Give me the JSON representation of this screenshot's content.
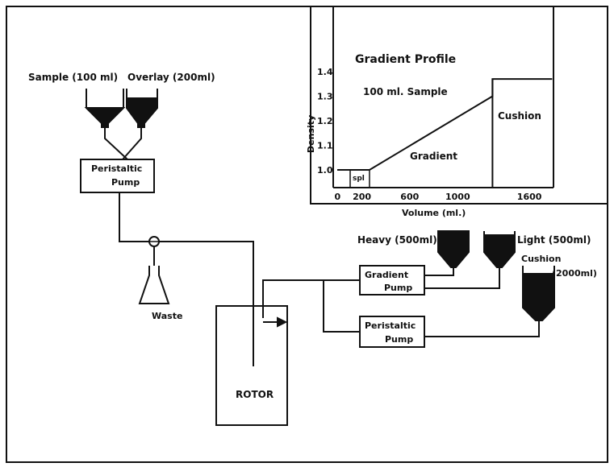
{
  "containers": {
    "sample": "Sample (100 ml)",
    "overlay": "Overlay (200ml)",
    "heavy": "Heavy (500ml)",
    "light": "Light (500ml)",
    "cushion_l1": "Cushion",
    "cushion_l2": "(2000ml)"
  },
  "pumps": {
    "peri1_l1": "Peristaltic",
    "peri1_l2": "Pump",
    "grad_l1": "Gradient",
    "grad_l2": "Pump",
    "peri2_l1": "Peristaltic",
    "peri2_l2": "Pump"
  },
  "waste_label": "Waste",
  "rotor_label": "ROTOR",
  "chart_data": {
    "type": "line",
    "title": "Gradient Profile",
    "xlabel": "Volume (ml.)",
    "ylabel": "Density",
    "x_ticks": [
      "0",
      "200",
      "600",
      "1000",
      "1600"
    ],
    "y_ticks": [
      "1.0",
      "1.1",
      "1.2",
      "1.3",
      "1.4"
    ],
    "annotations": {
      "sample": "100 ml. Sample",
      "spl": "spl",
      "gradient": "Gradient",
      "cushion": "Cushion"
    },
    "profile": [
      {
        "x": 0,
        "y": 1.0
      },
      {
        "x": 270,
        "y": 1.0
      },
      {
        "x": 1300,
        "y": 1.3
      },
      {
        "x": 1300,
        "y": 1.37
      },
      {
        "x": 1800,
        "y": 1.37
      }
    ]
  }
}
